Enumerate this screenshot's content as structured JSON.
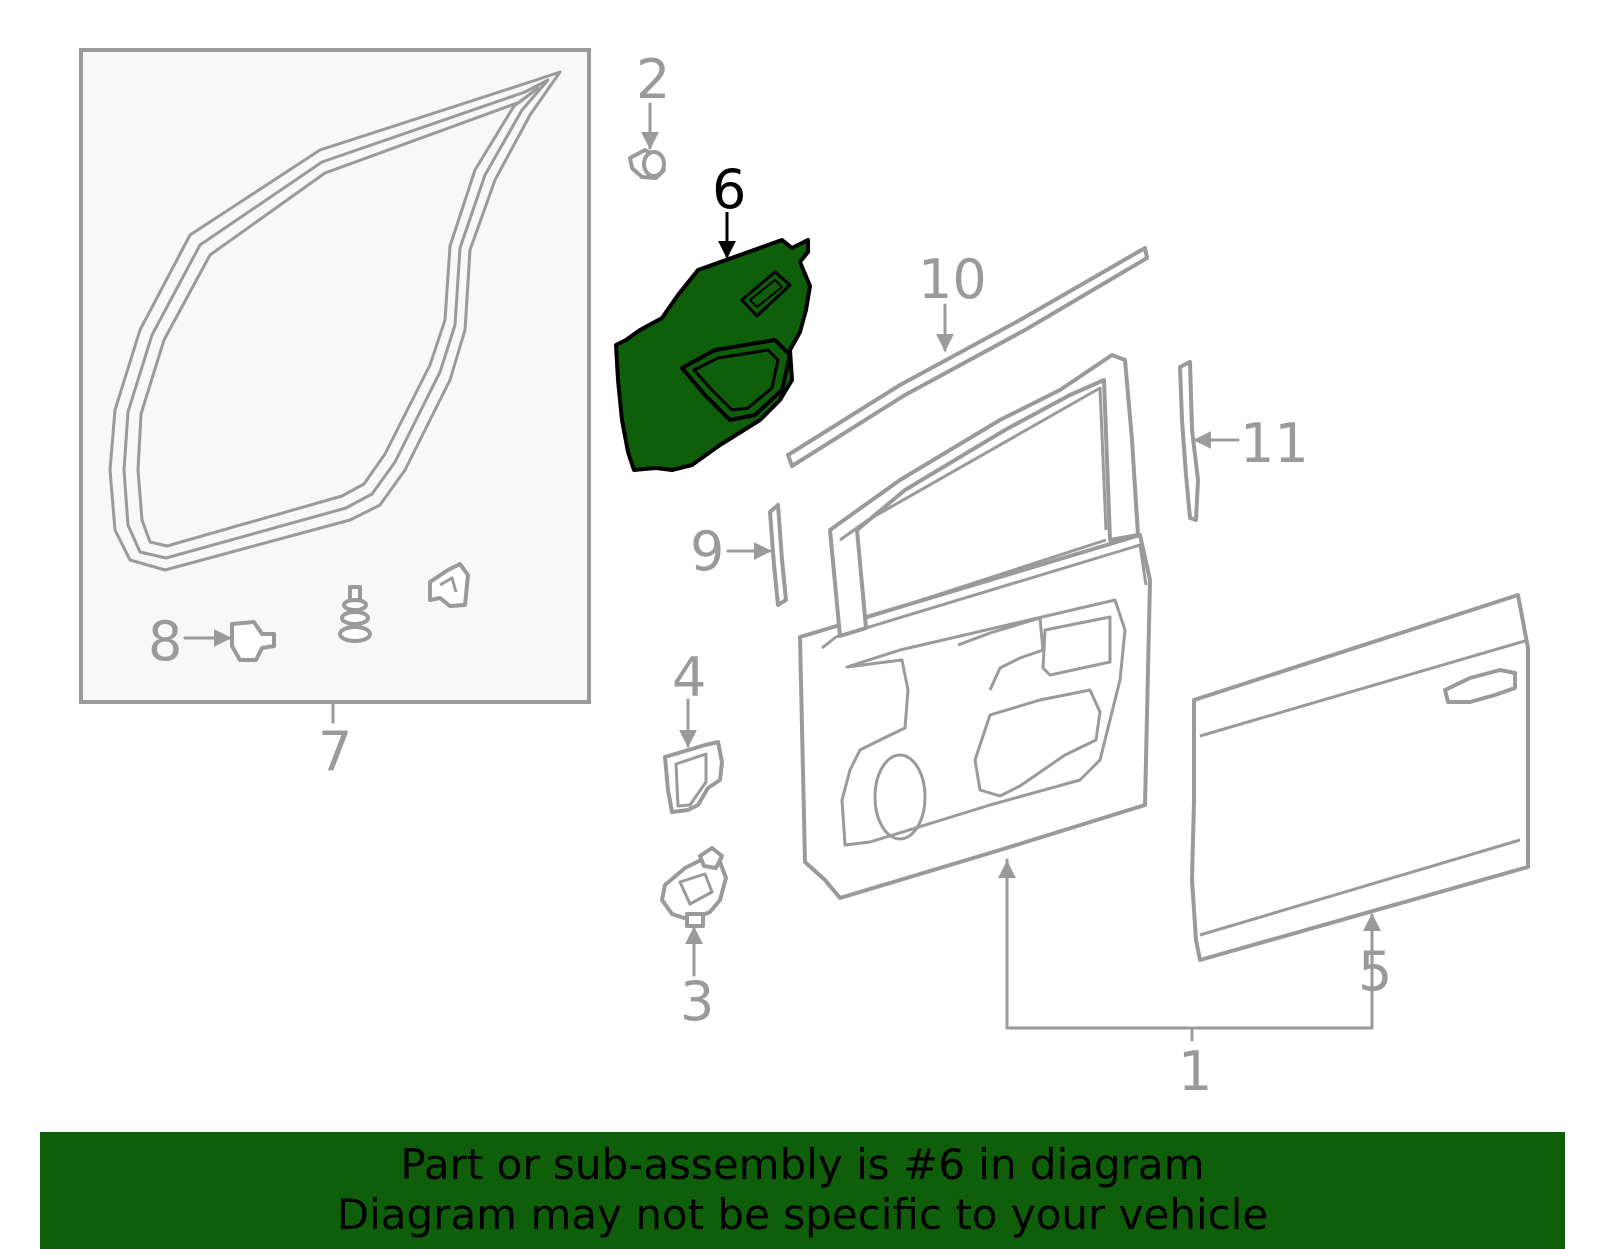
{
  "colors": {
    "highlight_fill": "#0f5f0a",
    "outline": "#9a9a9a",
    "inset_background": "#f8f8f8",
    "footer_background": "#0f5f0a"
  },
  "callouts": {
    "c1": "1",
    "c2": "2",
    "c3": "3",
    "c4": "4",
    "c5": "5",
    "c6": "6",
    "c7": "7",
    "c8": "8",
    "c9": "9",
    "c10": "10",
    "c11": "11"
  },
  "highlighted_part": "6",
  "footer": {
    "line1": "Part or sub-assembly is #6 in diagram",
    "line2": "Diagram may not be specific to your vehicle"
  }
}
